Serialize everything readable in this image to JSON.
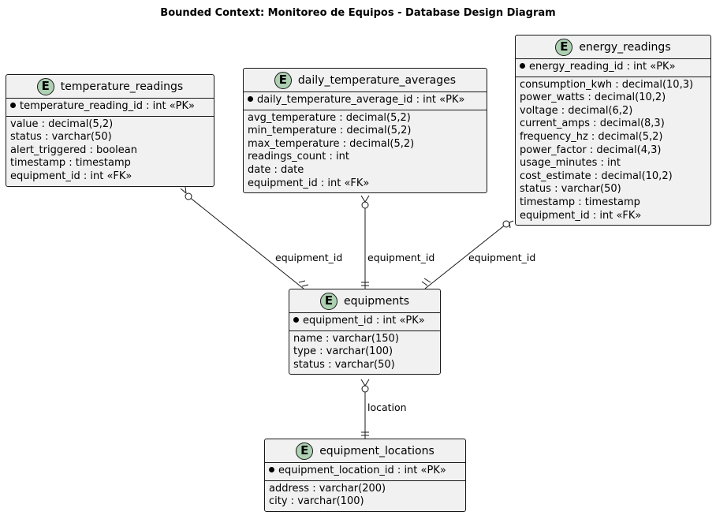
{
  "title": "Bounded Context: Monitoreo de Equipos - Database Design Diagram",
  "entity_badge": "E",
  "entities": [
    {
      "name": "temperature_readings",
      "keys": [
        "temperature_reading_id : int «PK»"
      ],
      "fields": [
        "value : decimal(5,2)",
        "status : varchar(50)",
        "alert_triggered : boolean",
        "timestamp : timestamp",
        "equipment_id : int «FK»"
      ]
    },
    {
      "name": "daily_temperature_averages",
      "keys": [
        "daily_temperature_average_id : int «PK»"
      ],
      "fields": [
        "avg_temperature : decimal(5,2)",
        "min_temperature : decimal(5,2)",
        "max_temperature : decimal(5,2)",
        "readings_count : int",
        "date : date",
        "equipment_id : int «FK»"
      ]
    },
    {
      "name": "energy_readings",
      "keys": [
        "energy_reading_id : int «PK»"
      ],
      "fields": [
        "consumption_kwh : decimal(10,3)",
        "power_watts : decimal(10,2)",
        "voltage : decimal(6,2)",
        "current_amps : decimal(8,3)",
        "frequency_hz : decimal(5,2)",
        "power_factor : decimal(4,3)",
        "usage_minutes : int",
        "cost_estimate : decimal(10,2)",
        "status : varchar(50)",
        "timestamp : timestamp",
        "equipment_id : int «FK»"
      ]
    },
    {
      "name": "equipments",
      "keys": [
        "equipment_id : int «PK»"
      ],
      "fields": [
        "name : varchar(150)",
        "type : varchar(100)",
        "status : varchar(50)"
      ]
    },
    {
      "name": "equipment_locations",
      "keys": [
        "equipment_location_id : int «PK»"
      ],
      "fields": [
        "address : varchar(200)",
        "city : varchar(100)"
      ]
    }
  ],
  "relations": [
    {
      "from": "temperature_readings",
      "to": "equipments",
      "label": "equipment_id",
      "from_end": "zero-or-many",
      "to_end": "exactly-one"
    },
    {
      "from": "daily_temperature_averages",
      "to": "equipments",
      "label": "equipment_id",
      "from_end": "zero-or-many",
      "to_end": "exactly-one"
    },
    {
      "from": "energy_readings",
      "to": "equipments",
      "label": "equipment_id",
      "from_end": "zero-or-many",
      "to_end": "exactly-one"
    },
    {
      "from": "equipments",
      "to": "equipment_locations",
      "label": "location",
      "from_end": "zero-or-many",
      "to_end": "exactly-one"
    }
  ]
}
